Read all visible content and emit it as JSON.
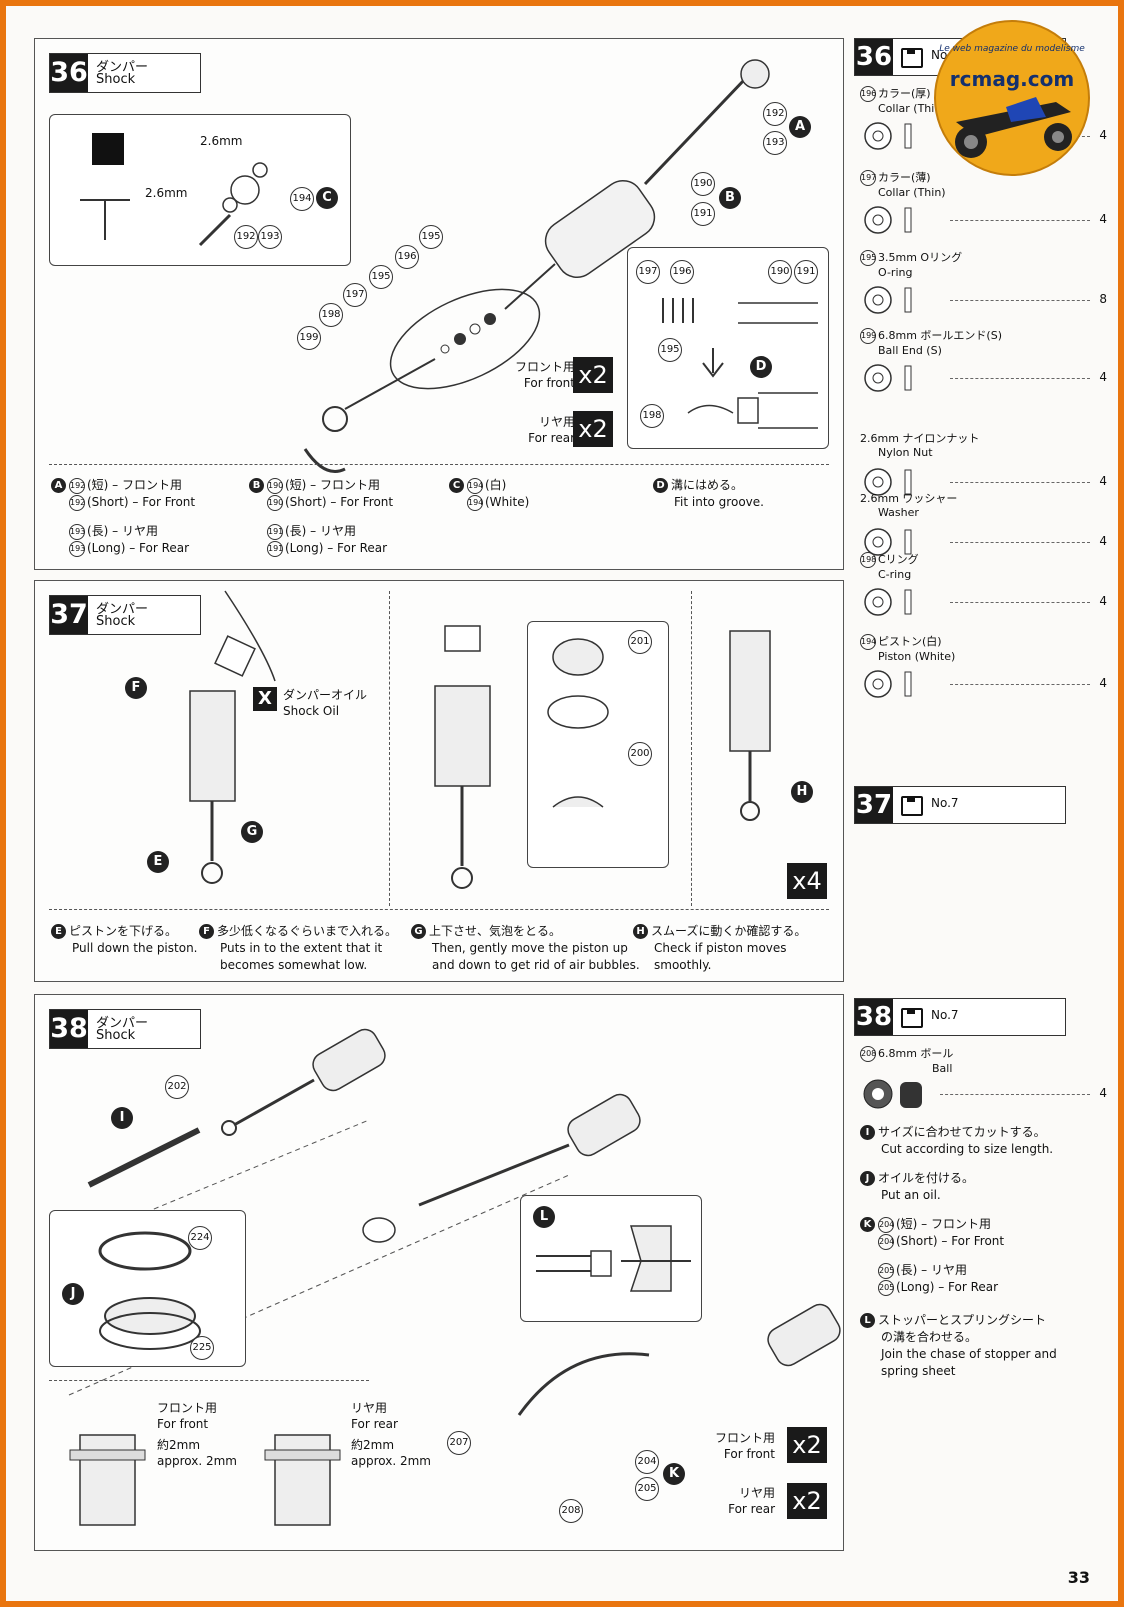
{
  "page_number": "33",
  "logo": {
    "brand": "rcmag.com",
    "tagline": "Le web magazine du modelisme"
  },
  "steps": {
    "s36": {
      "number": "36",
      "title_jp": "ダンパー",
      "title_en": "Shock",
      "inset_labels": {
        "size_a": "2.6mm",
        "size_b": "2.6mm"
      },
      "qty": {
        "front_jp": "フロント用",
        "front_en": "For front",
        "front_count": "x2",
        "rear_jp": "リヤ用",
        "rear_en": "For rear",
        "rear_count": "x2"
      },
      "notes": {
        "A": {
          "line1": "(短) – フロント用",
          "line2": "(Short) – For Front",
          "line3": "(長) – リヤ用",
          "line4": "(Long) – For Rear",
          "p1": "192",
          "p2": "192",
          "p3": "193",
          "p4": "193"
        },
        "B": {
          "line1": "(短) – フロント用",
          "line2": "(Short) – For Front",
          "line3": "(長) – リヤ用",
          "line4": "(Long) – For Rear",
          "p1": "190",
          "p2": "190",
          "p3": "191",
          "p4": "191"
        },
        "C": {
          "line1": "(白)",
          "line2": "(White)",
          "p1": "194",
          "p2": "194"
        },
        "D": {
          "line1": "溝にはめる。",
          "line2": "Fit into groove."
        }
      }
    },
    "s37": {
      "number": "37",
      "title_jp": "ダンパー",
      "title_en": "Shock",
      "oil_jp": "ダンパーオイル",
      "oil_en": "Shock Oil",
      "oil_mark": "X",
      "count": "x4",
      "notes": {
        "E": {
          "jp": "ピストンを下げる。",
          "en": "Pull down the piston."
        },
        "F": {
          "jp": "多少低くなるぐらいまで入れる。",
          "en1": "Puts in to the extent that it",
          "en2": "becomes somewhat low."
        },
        "G": {
          "jp": "上下させ、気泡をとる。",
          "en1": "Then, gently move the piston up",
          "en2": "and down to get rid of air bubbles."
        },
        "H": {
          "jp": "スムーズに動くか確認する。",
          "en": "Check if piston moves smoothly."
        }
      }
    },
    "s38": {
      "number": "38",
      "title_jp": "ダンパー",
      "title_en": "Shock",
      "front_jp": "フロント用",
      "front_en": "For front",
      "rear_jp": "リヤ用",
      "rear_en": "For rear",
      "approx_jp": "約2mm",
      "approx_en": "approx. 2mm",
      "qty": {
        "front_jp": "フロント用",
        "front_en": "For front",
        "front_count": "x2",
        "rear_jp": "リヤ用",
        "rear_en": "For rear",
        "rear_count": "x2"
      }
    }
  },
  "sidebar": {
    "s36": {
      "number": "36",
      "bag": "No.7"
    },
    "s37": {
      "number": "37",
      "bag": "No.7"
    },
    "s38": {
      "number": "38",
      "bag": "No.7"
    },
    "parts36": [
      {
        "no": "196",
        "jp": "カラー(厚)",
        "en": "Collar (Thick)",
        "qty": "4"
      },
      {
        "no": "197",
        "jp": "カラー(薄)",
        "en": "Collar (Thin)",
        "qty": "4"
      },
      {
        "no": "195",
        "jp": "3.5mm Oリング",
        "en": "O-ring",
        "qty": "8"
      },
      {
        "no": "199",
        "jp": "6.8mm ボールエンド(S)",
        "en": "Ball End (S)",
        "qty": "4"
      },
      {
        "no": "",
        "jp": "2.6mm ナイロンナット",
        "en": "Nylon Nut",
        "qty": "4"
      },
      {
        "no": "",
        "jp": "2.6mm ワッシャー",
        "en": "Washer",
        "qty": "4"
      },
      {
        "no": "198",
        "jp": "Cリング",
        "en": "C-ring",
        "qty": "4"
      },
      {
        "no": "194",
        "jp": "ピストン(白)",
        "en": "Piston (White)",
        "qty": "4"
      }
    ],
    "parts38": [
      {
        "no": "208",
        "jp": "6.8mm ボール",
        "en": "Ball",
        "qty": "4"
      }
    ],
    "notes38": {
      "I": {
        "jp": "サイズに合わせてカットする。",
        "en": "Cut according to size length."
      },
      "J": {
        "jp": "オイルを付ける。",
        "en": "Put an oil."
      },
      "K": {
        "line1": "(短) – フロント用",
        "line2": "(Short) – For Front",
        "line3": "(長) – リヤ用",
        "line4": "(Long) – For Rear",
        "p1": "204",
        "p2": "204",
        "p3": "205",
        "p4": "205"
      },
      "L": {
        "jp1": "ストッパーとスプリングシート",
        "jp2": "の溝を合わせる。",
        "en1": "Join the chase of stopper and",
        "en2": "spring sheet"
      }
    }
  }
}
